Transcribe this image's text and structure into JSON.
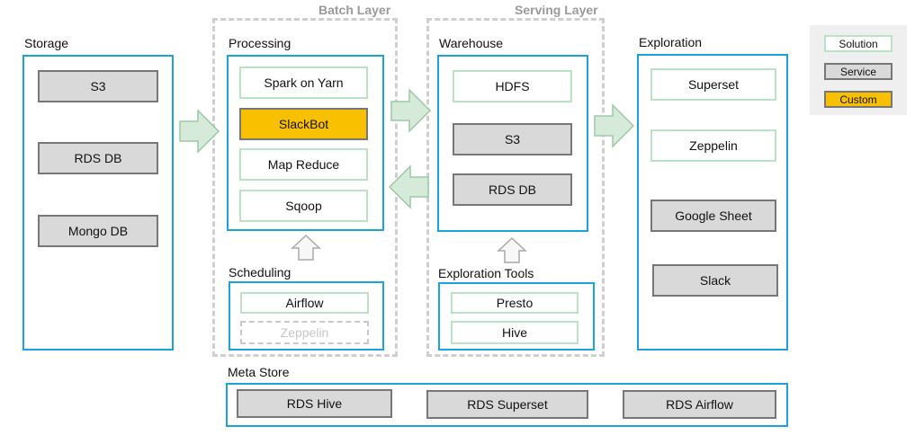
{
  "layers": {
    "batch": "Batch Layer",
    "serving": "Serving Layer"
  },
  "storage": {
    "title": "Storage",
    "items": [
      "S3",
      "RDS DB",
      "Mongo DB"
    ]
  },
  "processing": {
    "title": "Processing",
    "items": [
      "Spark on Yarn",
      "SlackBot",
      "Map Reduce",
      "Sqoop"
    ]
  },
  "scheduling": {
    "title": "Scheduling",
    "items": [
      "Airflow",
      "Zeppelin"
    ]
  },
  "warehouse": {
    "title": "Warehouse",
    "items": [
      "HDFS",
      "S3",
      "RDS DB"
    ]
  },
  "exploration_tools": {
    "title": "Exploration Tools",
    "items": [
      "Presto",
      "Hive"
    ]
  },
  "exploration": {
    "title": "Exploration",
    "items": [
      "Superset",
      "Zeppelin",
      "Google Sheet",
      "Slack"
    ]
  },
  "meta_store": {
    "title": "Meta Store",
    "items": [
      "RDS Hive",
      "RDS Superset",
      "RDS Airflow"
    ]
  },
  "legend": {
    "items": [
      "Solution",
      "Service",
      "Custom"
    ]
  },
  "colors": {
    "frame": "#1aa3dc",
    "solution_border": "#b9e3c4",
    "service_fill": "#d9d9d9",
    "custom_fill": "#f9c000",
    "arrow_fill": "#d5ead8",
    "arrow_stroke": "#9ccaa6",
    "dashed_border": "#cfcfcf"
  }
}
